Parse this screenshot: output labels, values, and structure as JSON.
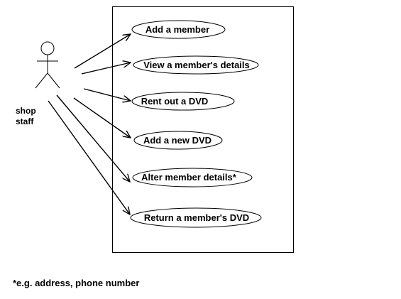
{
  "actor": {
    "label_line1": "shop",
    "label_line2": "staff"
  },
  "use_cases": [
    {
      "label": "Add a member"
    },
    {
      "label": "View a member's details"
    },
    {
      "label": "Rent out a DVD"
    },
    {
      "label": "Add a new DVD"
    },
    {
      "label": "Alter member details*"
    },
    {
      "label": "Return a member's DVD"
    }
  ],
  "footnote": "*e.g. address, phone number"
}
